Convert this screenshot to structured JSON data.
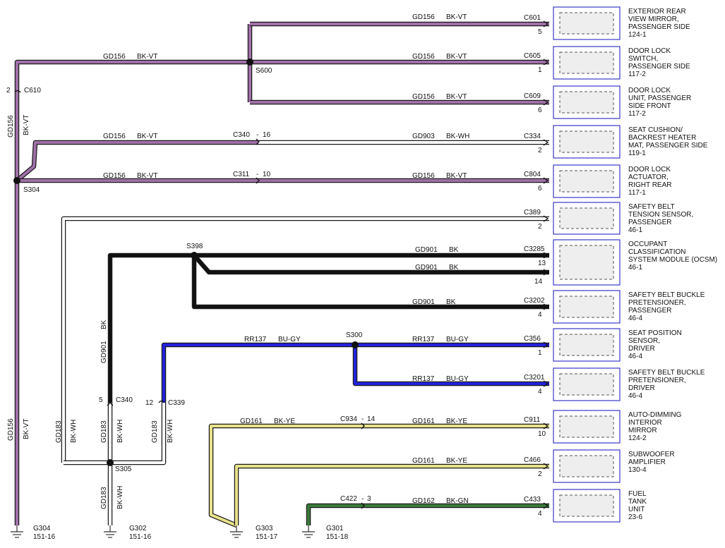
{
  "colors": {
    "BK-VT": "#a070a8",
    "BK-WH": "#ffffff",
    "BK": "#111111",
    "BU-GY": "#2222dd",
    "BK-YE": "#e8e28a",
    "BK-GN": "#3a7a3a",
    "box": "#3a3ac8"
  },
  "wire_labels": {
    "gd156_top_left": "GD156",
    "gd156_top_left_c": "BK-VT",
    "gd156_r1": "GD156",
    "gd156_r1_c": "BK-VT",
    "gd156_r2": "GD156",
    "gd156_r2_c": "BK-VT",
    "gd156_r3": "GD156",
    "gd156_r3_c": "BK-VT",
    "gd156_r4_left": "GD156",
    "gd156_r4_left_c": "BK-VT",
    "gd903_r4": "GD903",
    "gd903_r4_c": "BK-WH",
    "gd156_r5_left": "GD156",
    "gd156_r5_left_c": "BK-VT",
    "gd156_r5_right": "GD156",
    "gd156_r5_right_c": "BK-VT",
    "gd901_r7a": "GD901",
    "gd901_r7a_c": "BK",
    "gd901_r7b": "GD901",
    "gd901_r7b_c": "BK",
    "gd901_r8": "GD901",
    "gd901_r8_c": "BK",
    "rr137_left": "RR137",
    "rr137_left_c": "BU-GY",
    "rr137_r9": "RR137",
    "rr137_r9_c": "BU-GY",
    "rr137_r10": "RR137",
    "rr137_r10_c": "BU-GY",
    "gd161_left": "GD161",
    "gd161_left_c": "BK-YE",
    "gd161_r11": "GD161",
    "gd161_r11_c": "BK-YE",
    "gd161_r12": "GD161",
    "gd161_r12_c": "BK-YE",
    "gd162_r13": "GD162",
    "gd162_r13_c": "BK-GN",
    "v_gd156_top": "GD156",
    "v_gd156_top_c": "BK-VT",
    "v_gd156_bottom": "GD156",
    "v_gd156_bottom_c": "BK-VT",
    "v_gd183_left": "GD183",
    "v_gd183_left_c": "BK-WH",
    "v_gd901": "GD901",
    "v_gd901_c": "BK",
    "v_gd183_c340": "GD183",
    "v_gd183_c340_c": "BK-WH",
    "v_gd183_c339": "GD183",
    "v_gd183_c339_c": "BK-WH",
    "v_gd183_bottom": "GD183",
    "v_gd183_bottom_c": "BK-WH"
  },
  "splices": {
    "s600": "S600",
    "s304": "S304",
    "s398": "S398",
    "s300": "S300",
    "s305": "S305"
  },
  "inline_connectors": {
    "c610": "C610",
    "c610_pin": "2",
    "c340_top": "C340",
    "c340_top_pin": "16",
    "c311": "C311",
    "c311_pin": "10",
    "c340_vert": "C340",
    "c340_vert_pin": "5",
    "c339": "C339",
    "c339_pin": "12",
    "c934": "C934",
    "c934_pin": "14",
    "c422": "C422",
    "c422_pin": "3"
  },
  "components": [
    {
      "connector": "C601",
      "pin": "5",
      "lines": [
        "EXTERIOR REAR",
        "VIEW MIRROR,",
        "PASSENGER SIDE",
        "124-1"
      ]
    },
    {
      "connector": "C605",
      "pin": "1",
      "lines": [
        "DOOR LOCK",
        "SWITCH,",
        "PASSENGER SIDE",
        "117-2"
      ]
    },
    {
      "connector": "C609",
      "pin": "6",
      "lines": [
        "DOOR LOCK",
        "UNIT, PASSENGER",
        "SIDE FRONT",
        "117-2"
      ]
    },
    {
      "connector": "C334",
      "pin": "2",
      "lines": [
        "SEAT CUSHION/",
        "BACKREST HEATER",
        "MAT, PASSENGER SIDE",
        "119-1"
      ]
    },
    {
      "connector": "C804",
      "pin": "6",
      "lines": [
        "DOOR LOCK",
        "ACTUATOR,",
        "RIGHT REAR",
        "117-1"
      ]
    },
    {
      "connector": "C389",
      "pin": "2",
      "lines": [
        "SAFETY BELT",
        "TENSION SENSOR,",
        "PASSENGER",
        "46-1"
      ]
    },
    {
      "connector": "C3285",
      "pin": "13",
      "pin2": "14",
      "lines": [
        "OCCUPANT",
        "CLASSIFICATION",
        "SYSTEM MODULE (OCSM)",
        "46-1"
      ]
    },
    {
      "connector": "C3202",
      "pin": "4",
      "lines": [
        "SAFETY BELT BUCKLE",
        "PRETENSIONER,",
        "PASSENGER",
        "46-4"
      ]
    },
    {
      "connector": "C356",
      "pin": "1",
      "lines": [
        "SEAT POSITION",
        "SENSOR,",
        "DRIVER",
        "46-4"
      ]
    },
    {
      "connector": "C3201",
      "pin": "4",
      "lines": [
        "SAFETY BELT BUCKLE",
        "PRETENSIONER,",
        "DRIVER",
        "46-4"
      ]
    },
    {
      "connector": "C911",
      "pin": "10",
      "lines": [
        "AUTO-DIMMING",
        "INTERIOR",
        "MIRROR",
        "124-2"
      ]
    },
    {
      "connector": "C466",
      "pin": "2",
      "lines": [
        "SUBWOOFER",
        "AMPLIFIER",
        "130-4"
      ]
    },
    {
      "connector": "C433",
      "pin": "4",
      "lines": [
        "FUEL",
        "TANK",
        "UNIT",
        "23-6"
      ]
    }
  ],
  "grounds": [
    {
      "name": "G304",
      "ref": "151-16"
    },
    {
      "name": "G302",
      "ref": "151-16"
    },
    {
      "name": "G303",
      "ref": "151-17"
    },
    {
      "name": "G301",
      "ref": "151-18"
    }
  ]
}
